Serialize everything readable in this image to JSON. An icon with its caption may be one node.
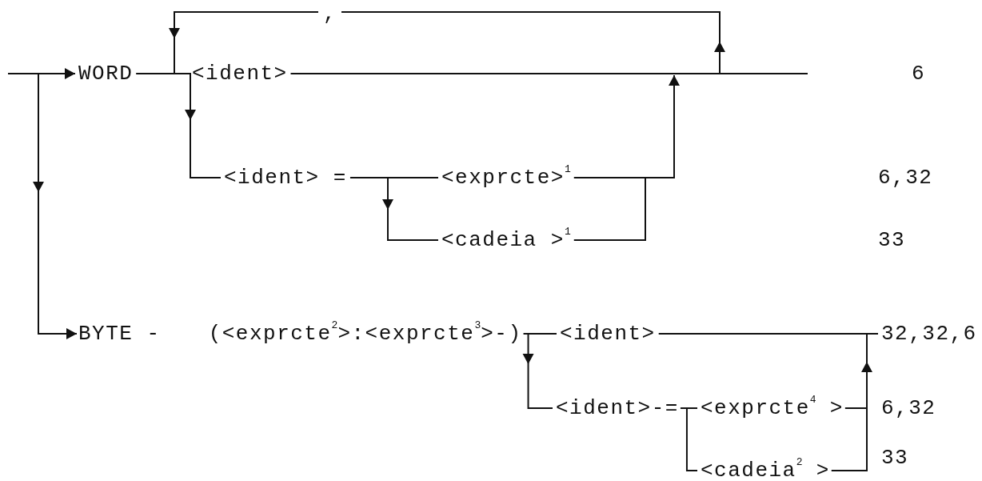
{
  "diagram": {
    "nodes": [
      {
        "text": [
          "WORD"
        ]
      },
      {
        "text": [
          "<ident>"
        ]
      },
      {
        "text": [
          "<ident> ="
        ]
      },
      {
        "text": [
          "<exprcte>$^{1}$"
        ]
      },
      {
        "text": [
          "<cadeia >$^{1}$"
        ]
      },
      {
        "text": [
          "BYTE -",
          "(<exprcte$^{2}$>:<exprcte$^{3}$>-)"
        ]
      },
      {
        "text": [
          "<ident>"
        ]
      },
      {
        "text": [
          "<ident>-="
        ]
      },
      {
        "text": [
          "<exprcte$^{4}$ >"
        ]
      },
      {
        "text": [
          "<cadeia$^{2}$ >"
        ]
      },
      {
        "text": [
          "32,32,6"
        ]
      }
    ],
    "edges": [
      {
        "from": null,
        "to": 0,
        "arrow": "to"
      },
      {
        "from": 0,
        "to": 1,
        "arrow": "none"
      },
      {
        "from": 0,
        "to": 2,
        "arrow": "to"
      },
      {
        "from": 1,
        "to": null,
        "arrow": "none"
      },
      {
        "from": 1,
        "to": 1,
        "arrow": "to",
        "label": ","
      },
      {
        "from": 2,
        "to": 3,
        "arrow": "none"
      },
      {
        "from": 2,
        "to": 4,
        "arrow": "to"
      },
      {
        "from": 3,
        "to": null,
        "arrow": "to"
      },
      {
        "from": 4,
        "to": null,
        "arrow": "none"
      },
      {
        "from": null,
        "to": 5,
        "arrow": "to"
      },
      {
        "from": 5,
        "to": 6,
        "arrow": "none"
      },
      {
        "from": 5,
        "to": 7,
        "arrow": "to"
      },
      {
        "from": 6,
        "to": 10,
        "arrow": "none"
      },
      {
        "from": 7,
        "to": 8,
        "arrow": "none"
      },
      {
        "from": 7,
        "to": 9,
        "arrow": "none"
      },
      {
        "from": 8,
        "to": 10,
        "arrow": "to"
      },
      {
        "from": 9,
        "to": null,
        "arrow": "none"
      }
    ],
    "labels": [
      "6",
      "6,32",
      "33",
      "6,32",
      "33"
    ]
  }
}
